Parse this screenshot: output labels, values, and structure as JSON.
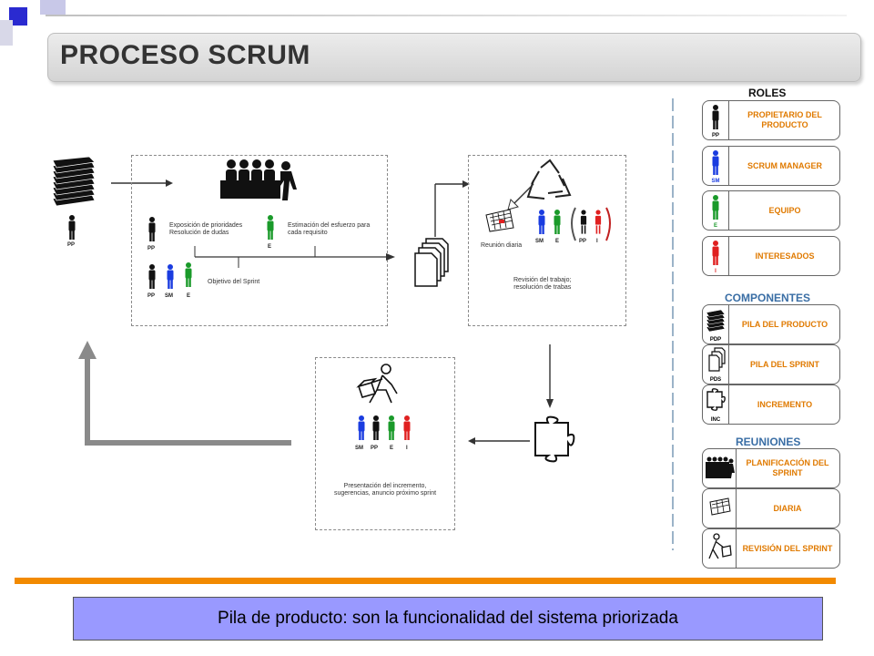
{
  "title": "PROCESO SCRUM",
  "caption": "Pila de producto: son la funcionalidad del sistema priorizada",
  "colors": {
    "accent_orange": "#f28a00",
    "sm_blue": "#1a3ce0",
    "team_green": "#1a9a2a",
    "stakeholder_red": "#e02020",
    "caption_bg": "#9999ff",
    "section_blue": "#3a6ea5"
  },
  "diagram": {
    "pp_tag": "PP",
    "planning": {
      "exposicion": "Exposición de prioridades\nResolución de dudas",
      "estimacion": "Estimación del esfuerzo para\ncada requisito",
      "objetivo": "Objetivo del Sprint",
      "tags": {
        "pp": "PP",
        "e": "E",
        "pp2": "PP",
        "sm": "SM",
        "e2": "E"
      }
    },
    "daily": {
      "reunion": "Reunión diaria",
      "revision": "Revisión del trabajo;\nresolución de trabas",
      "tags": {
        "sm": "SM",
        "e": "E",
        "pp": "PP",
        "i": "I"
      }
    },
    "review": {
      "presentacion": "Presentación del incremento,\nsugerencias, anuncio próximo sprint",
      "tags": {
        "sm": "SM",
        "pp": "PP",
        "e": "E",
        "i": "I"
      }
    }
  },
  "legend": {
    "roles_title": "ROLES",
    "roles": [
      {
        "tag": "PP",
        "label": "PROPIETARIO DEL PRODUCTO",
        "color": "#111111"
      },
      {
        "tag": "SM",
        "label": "SCRUM MANAGER",
        "color": "#1a3ce0"
      },
      {
        "tag": "E",
        "label": "EQUIPO",
        "color": "#1a9a2a"
      },
      {
        "tag": "I",
        "label": "INTERESADOS",
        "color": "#e02020"
      }
    ],
    "componentes_title": "COMPONENTES",
    "componentes": [
      {
        "tag": "PDP",
        "label": "PILA DEL PRODUCTO",
        "icon": "product-backlog-icon"
      },
      {
        "tag": "PDS",
        "label": "PILA DEL SPRINT",
        "icon": "sprint-backlog-icon"
      },
      {
        "tag": "INC",
        "label": "INCREMENTO",
        "icon": "puzzle-piece-icon"
      }
    ],
    "reuniones_title": "REUNIONES",
    "reuniones": [
      {
        "label": "PLANIFICACIÓN DEL SPRINT",
        "icon": "planning-meeting-icon"
      },
      {
        "label": "DIARIA",
        "icon": "calendar-icon"
      },
      {
        "label": "REVISIÓN DEL SPRINT",
        "icon": "review-delivery-icon"
      }
    ]
  }
}
